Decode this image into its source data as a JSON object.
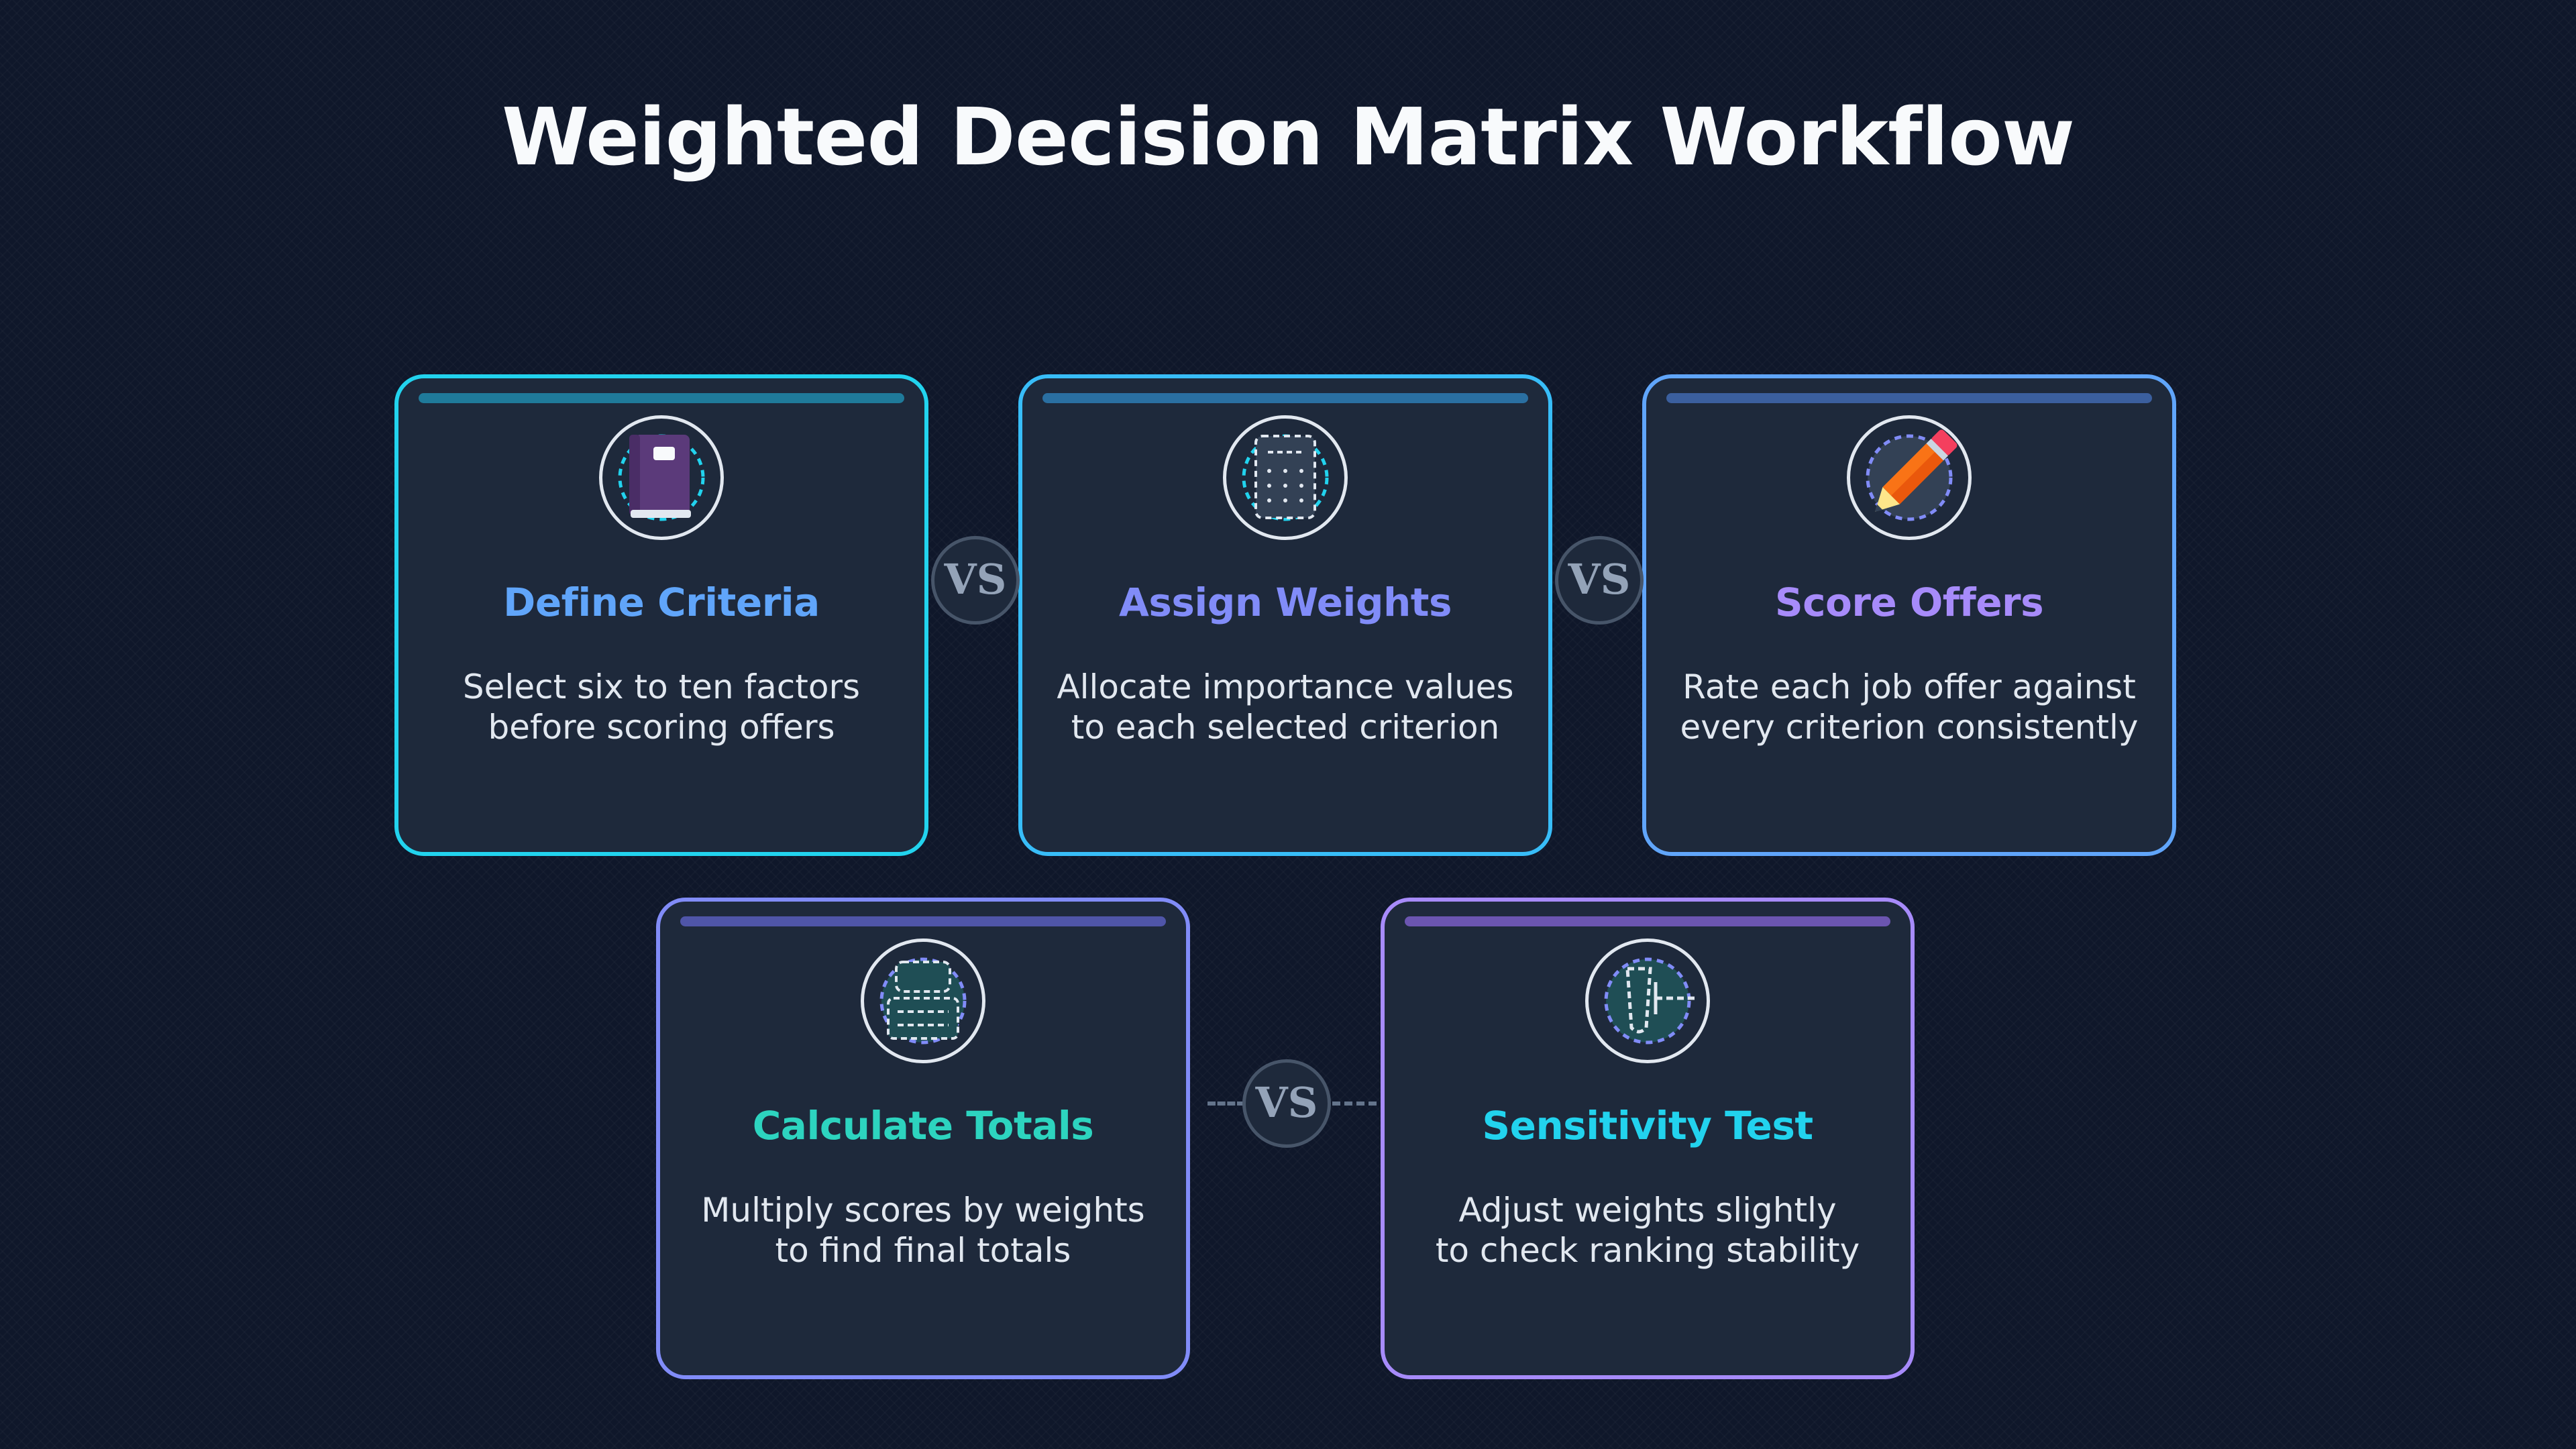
{
  "title": "Weighted Decision Matrix Workflow",
  "vs_label": "VS",
  "steps": [
    {
      "title": "Define Criteria",
      "desc": [
        "Select six to ten factors",
        "before scoring offers"
      ],
      "icon": "book-icon",
      "border_color": "#22d3ee",
      "title_color": "#60a5fa"
    },
    {
      "title": "Assign Weights",
      "desc": [
        "Allocate importance values",
        "to each selected criterion"
      ],
      "icon": "calculator-icon",
      "border_color": "#38bdf8",
      "title_color": "#818cf8"
    },
    {
      "title": "Score Offers",
      "desc": [
        "Rate each job offer against",
        "every criterion consistently"
      ],
      "icon": "pencil-icon",
      "border_color": "#60a5fa",
      "title_color": "#a78bfa"
    },
    {
      "title": "Calculate Totals",
      "desc": [
        "Multiply scores by weights",
        "to find final totals"
      ],
      "icon": "stacked-totals-icon",
      "border_color": "#818cf8",
      "title_color": "#2dd4bf"
    },
    {
      "title": "Sensitivity Test",
      "desc": [
        "Adjust weights slightly",
        "to check ranking stability"
      ],
      "icon": "balance-icon",
      "border_color": "#a78bfa",
      "title_color": "#22d3ee"
    }
  ]
}
